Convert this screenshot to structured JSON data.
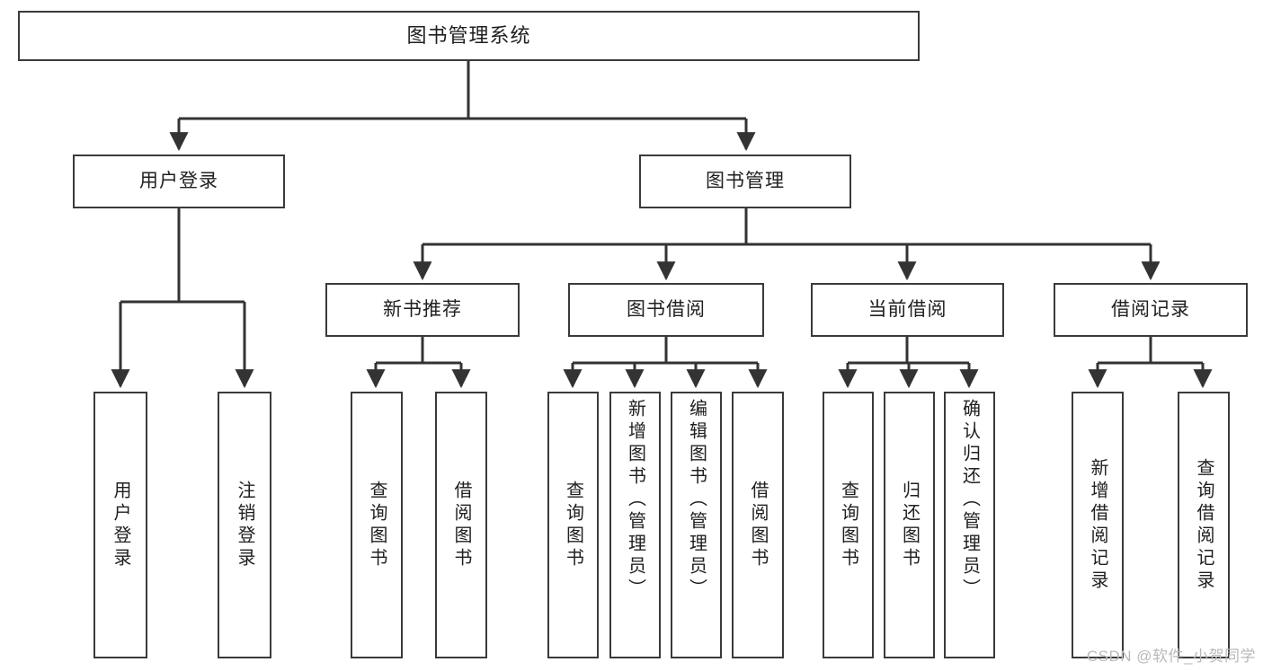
{
  "diagram": {
    "title": "图书管理系统",
    "type": "hierarchy-tree",
    "root": {
      "label": "图书管理系统"
    },
    "level2": [
      {
        "label": "用户登录"
      },
      {
        "label": "图书管理"
      }
    ],
    "level3": [
      {
        "label": "新书推荐"
      },
      {
        "label": "图书借阅"
      },
      {
        "label": "当前借阅"
      },
      {
        "label": "借阅记录"
      }
    ],
    "leaves": {
      "user_login": [
        {
          "label": "用户登录"
        },
        {
          "label": "注销登录"
        }
      ],
      "new_book_recommend": [
        {
          "label": "查询图书"
        },
        {
          "label": "借阅图书"
        }
      ],
      "book_borrow": [
        {
          "label": "查询图书"
        },
        {
          "label": "新增图书（管理员）"
        },
        {
          "label": "编辑图书（管理员）"
        },
        {
          "label": "借阅图书"
        }
      ],
      "current_borrow": [
        {
          "label": "查询图书"
        },
        {
          "label": "归还图书"
        },
        {
          "label": "确认归还（管理员）"
        }
      ],
      "borrow_record": [
        {
          "label": "新增借阅记录"
        },
        {
          "label": "查询借阅记录"
        }
      ]
    }
  },
  "watermark": {
    "text": "CSDN @软件_小贺同学"
  },
  "colors": {
    "box_border": "#3a3a3a",
    "line": "#333333",
    "text": "#202020",
    "background": "#ffffff",
    "watermark": "#b9b9b9"
  }
}
